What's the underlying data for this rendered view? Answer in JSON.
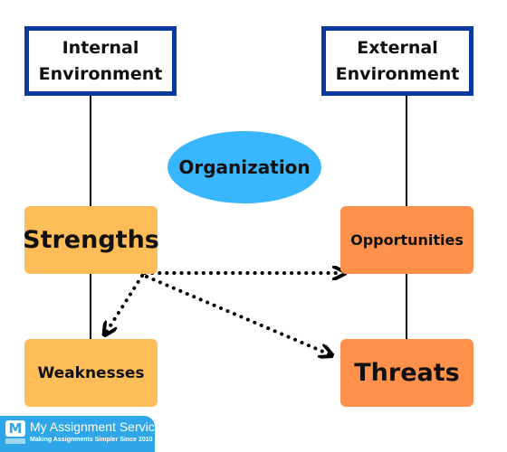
{
  "diagram": {
    "internal_label": "Internal\nEnvironment",
    "external_label": "External\nEnvironment",
    "center_label": "Organization",
    "strengths_label": "Strengths",
    "weaknesses_label": "Weaknesses",
    "opportunities_label": "Opportunities",
    "threats_label": "Threats",
    "edges": [
      {
        "from": "Internal Environment",
        "to": "Strengths",
        "style": "solid"
      },
      {
        "from": "Strengths",
        "to": "Weaknesses",
        "style": "solid"
      },
      {
        "from": "External Environment",
        "to": "Opportunities",
        "style": "solid"
      },
      {
        "from": "Opportunities",
        "to": "Threats",
        "style": "solid"
      },
      {
        "from": "Strengths",
        "to": "Opportunities",
        "style": "dotted-arrow"
      },
      {
        "from": "Strengths",
        "to": "Weaknesses",
        "style": "dotted-arrow"
      },
      {
        "from": "Strengths",
        "to": "Threats",
        "style": "dotted-arrow"
      }
    ]
  },
  "colors": {
    "box_border": "#0a3a9e",
    "yellow": "#ffbd59",
    "orange": "#ff914d",
    "ellipse": "#38b6ff",
    "logo_bg": "#2ea6e8"
  },
  "logo": {
    "icon": "assignment-logo-icon",
    "name": "My Assignment Services",
    "tagline": "Making Assignments Simpler Since 2010"
  }
}
